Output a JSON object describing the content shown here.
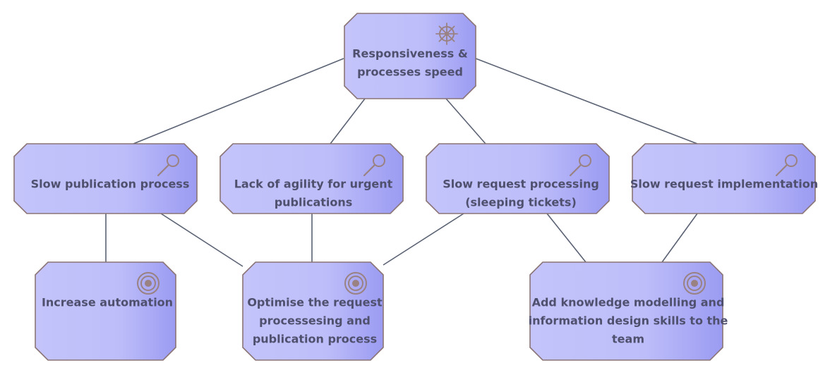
{
  "colors": {
    "node_fill_light": "#c4c4fb",
    "node_fill_dark": "#9b9bf2",
    "node_border": "#8a7475",
    "connector": "#5a6273",
    "icon": "#9a8283",
    "text": "#4f4f6e"
  },
  "nodes": [
    {
      "id": "goal",
      "icon": "driver-icon",
      "lines": [
        "Responsiveness &",
        "processes speed"
      ]
    },
    {
      "id": "assess-1",
      "icon": "assessment-icon",
      "lines": [
        "Slow publication process"
      ]
    },
    {
      "id": "assess-2",
      "icon": "assessment-icon",
      "lines": [
        "Lack of agility for urgent",
        "publications"
      ]
    },
    {
      "id": "assess-3",
      "icon": "assessment-icon",
      "lines": [
        "Slow request processing",
        "(sleeping tickets)"
      ]
    },
    {
      "id": "assess-4",
      "icon": "assessment-icon",
      "lines": [
        "Slow request implementation"
      ]
    },
    {
      "id": "goal-1",
      "icon": "goal-icon",
      "lines": [
        "Increase automation"
      ]
    },
    {
      "id": "goal-2",
      "icon": "goal-icon",
      "lines": [
        "Optimise the request",
        "processesing and",
        "publication process"
      ]
    },
    {
      "id": "goal-3",
      "icon": "goal-icon",
      "lines": [
        "Add knowledge modelling and",
        "information design skills to the",
        "team"
      ]
    }
  ],
  "edges": [
    [
      "goal",
      "assess-1"
    ],
    [
      "goal",
      "assess-2"
    ],
    [
      "goal",
      "assess-3"
    ],
    [
      "goal",
      "assess-4"
    ],
    [
      "assess-1",
      "goal-1"
    ],
    [
      "assess-1",
      "goal-2"
    ],
    [
      "assess-2",
      "goal-2"
    ],
    [
      "assess-3",
      "goal-2"
    ],
    [
      "assess-3",
      "goal-3"
    ],
    [
      "assess-4",
      "goal-3"
    ]
  ]
}
